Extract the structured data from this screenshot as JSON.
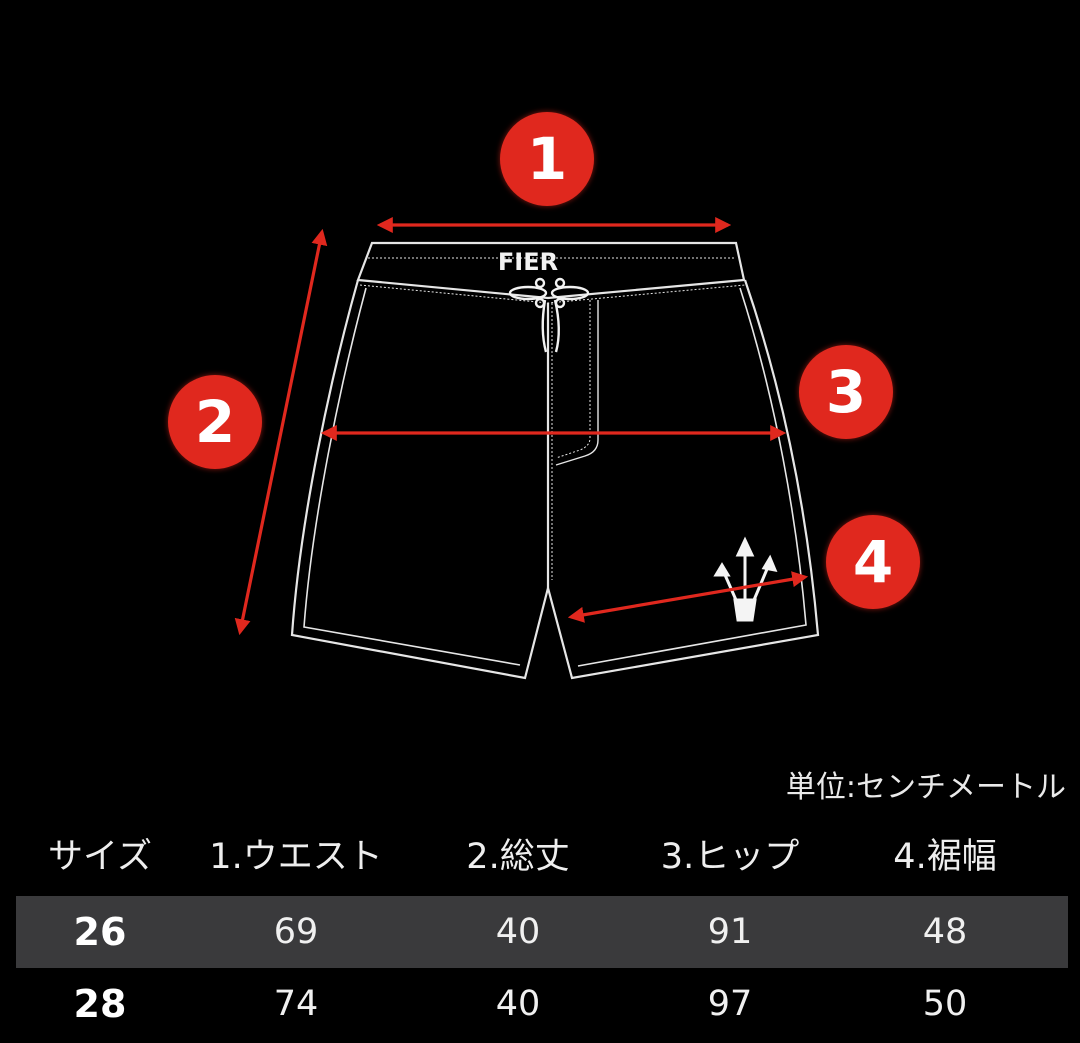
{
  "colors": {
    "background": "#000000",
    "accent_red": "#e0281e",
    "outline": "#e6e6e6",
    "row_band": "#3a3a3c"
  },
  "diagram": {
    "garment": "board-shorts",
    "waistband_logo_text": "FIER",
    "logo_icon": "trident-icon",
    "badges": [
      {
        "number": "1",
        "measure": "waist"
      },
      {
        "number": "2",
        "measure": "total-length"
      },
      {
        "number": "3",
        "measure": "hip"
      },
      {
        "number": "4",
        "measure": "hem-width"
      }
    ]
  },
  "unit_label": "単位:センチメートル",
  "table": {
    "headers": [
      "サイズ",
      "1.ウエスト",
      "2.総丈",
      "3.ヒップ",
      "4.裾幅"
    ],
    "rows": [
      {
        "size": "26",
        "waist": "69",
        "length": "40",
        "hip": "91",
        "hem": "48"
      },
      {
        "size": "28",
        "waist": "74",
        "length": "40",
        "hip": "97",
        "hem": "50"
      }
    ]
  },
  "chart_data": {
    "type": "table",
    "title": "",
    "unit": "単位:センチメートル",
    "columns": [
      "サイズ",
      "1.ウエスト",
      "2.総丈",
      "3.ヒップ",
      "4.裾幅"
    ],
    "rows": [
      [
        "26",
        69,
        40,
        91,
        48
      ],
      [
        "28",
        74,
        40,
        97,
        50
      ]
    ]
  }
}
